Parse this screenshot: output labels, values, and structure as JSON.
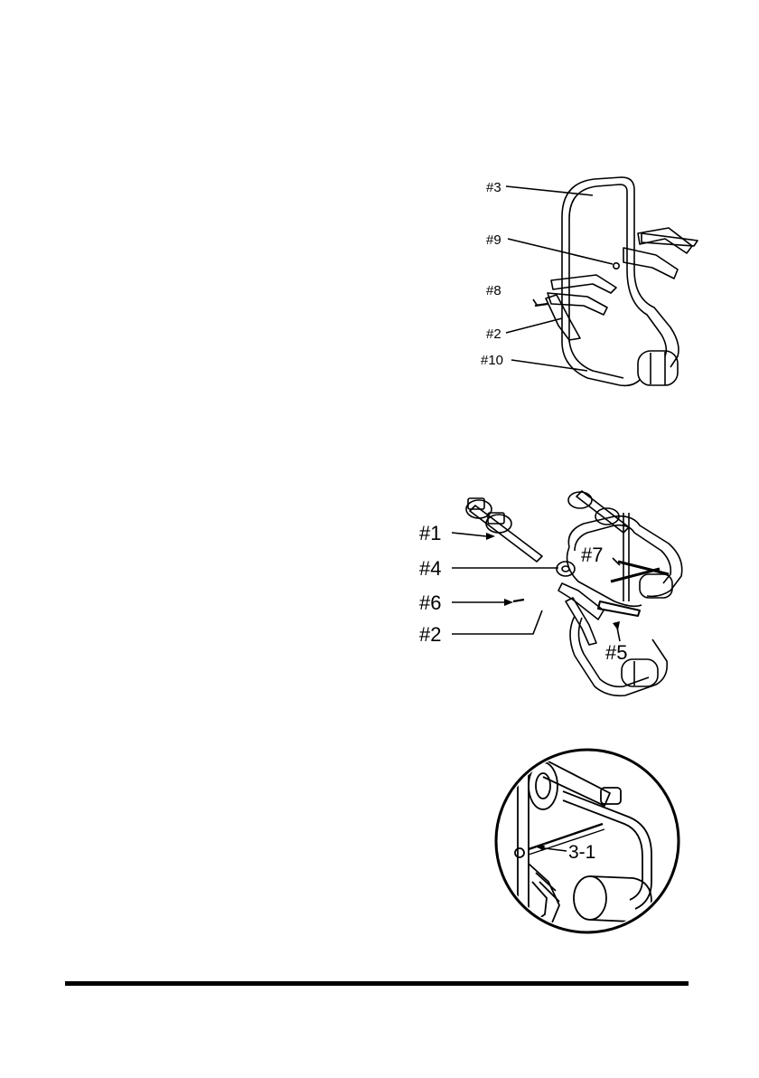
{
  "figure_1": {
    "callouts": [
      {
        "key": "f1-3",
        "text": "#3"
      },
      {
        "key": "f1-9",
        "text": "#9"
      },
      {
        "key": "f1-8",
        "text": "#8"
      },
      {
        "key": "f1-2",
        "text": "#2"
      },
      {
        "key": "f1-10",
        "text": "#10"
      }
    ]
  },
  "figure_2": {
    "callouts": [
      {
        "key": "f2-1",
        "text": "#1"
      },
      {
        "key": "f2-4",
        "text": "#4"
      },
      {
        "key": "f2-6",
        "text": "#6"
      },
      {
        "key": "f2-2",
        "text": "#2"
      },
      {
        "key": "f2-7",
        "text": "#7"
      },
      {
        "key": "f2-5",
        "text": "#5"
      }
    ]
  },
  "figure_3": {
    "callouts": [
      {
        "key": "f3-31",
        "text": "3-1"
      }
    ]
  },
  "colors": {
    "ink": "#000000",
    "paper": "#ffffff"
  }
}
